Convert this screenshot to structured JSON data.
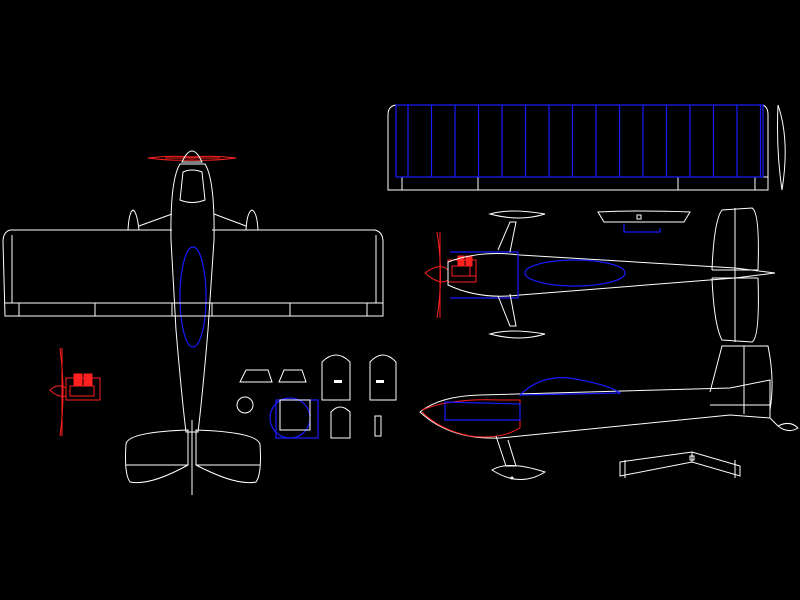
{
  "drawing": {
    "background": "#000000",
    "line_color": "#ffffff",
    "accent_blue": "#1a1aff",
    "accent_red": "#ff2020"
  },
  "views": [
    {
      "id": "top-view",
      "kind": "airplane plan view"
    },
    {
      "id": "wing-panel",
      "kind": "wing panel with ribs"
    },
    {
      "id": "fuselage-top",
      "kind": "fuselage top view"
    },
    {
      "id": "fuselage-side",
      "kind": "fuselage side view"
    },
    {
      "id": "parts",
      "kind": "small template parts"
    },
    {
      "id": "engine",
      "kind": "engine detail"
    },
    {
      "id": "stabilizer",
      "kind": "horizontal stabilizer front view"
    }
  ]
}
